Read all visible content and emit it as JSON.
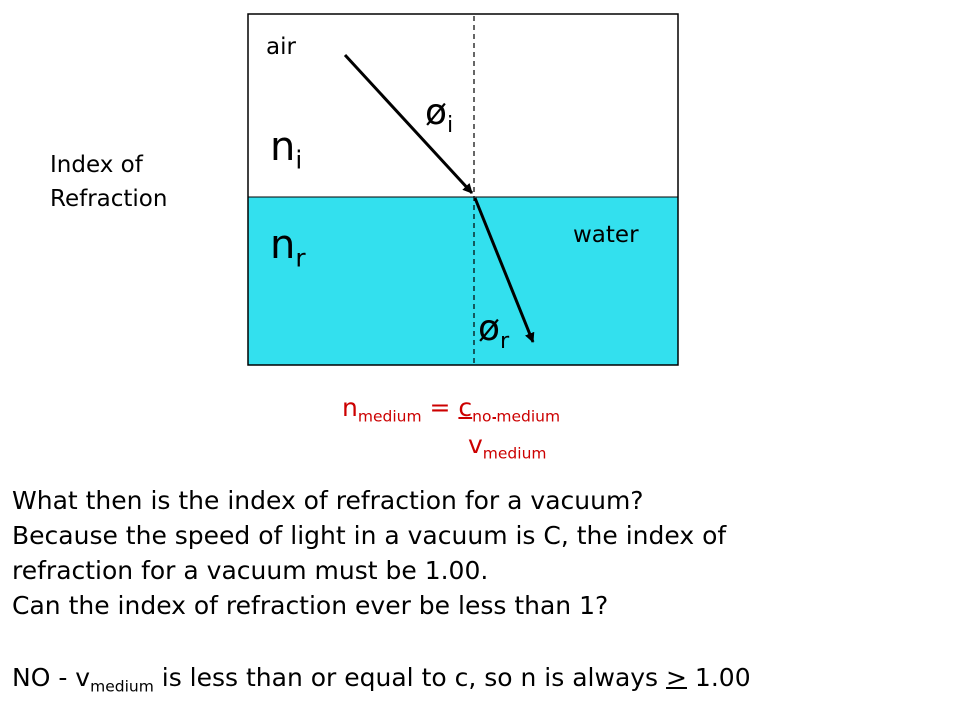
{
  "diagram": {
    "air_label": "air",
    "water_label": "water",
    "incident_medium": {
      "symbol": "n",
      "subscript": "i"
    },
    "refracted_medium": {
      "symbol": "n",
      "subscript": "r"
    },
    "incident_angle": {
      "symbol": "ø",
      "subscript": "i"
    },
    "refracted_angle": {
      "symbol": "ø",
      "subscript": "r"
    },
    "side_label_line1": "Index of",
    "side_label_line2": "Refraction",
    "colors": {
      "water": "#33e0ee",
      "air": "#ffffff",
      "outline": "#000000"
    }
  },
  "formula": {
    "lhs_symbol": "n",
    "lhs_subscript": "medium",
    "equals": "=",
    "numerator_symbol": "c",
    "numerator_subscript": "no medium",
    "denominator_symbol": "v",
    "denominator_subscript": "medium",
    "color": "#cc0000"
  },
  "text": {
    "line1": "What then is the index of refraction for a vacuum?",
    "line2": "Because the speed of light in a vacuum is C, the index of",
    "line3": "refraction for a vacuum must be 1.00.",
    "line4": "Can the index of refraction ever be less than 1?",
    "answer_prefix": "NO - v",
    "answer_subscript": "medium",
    "answer_middle": " is less than or equal to c, so n is always ",
    "answer_symbol": ">",
    "answer_suffix": " 1.00"
  }
}
